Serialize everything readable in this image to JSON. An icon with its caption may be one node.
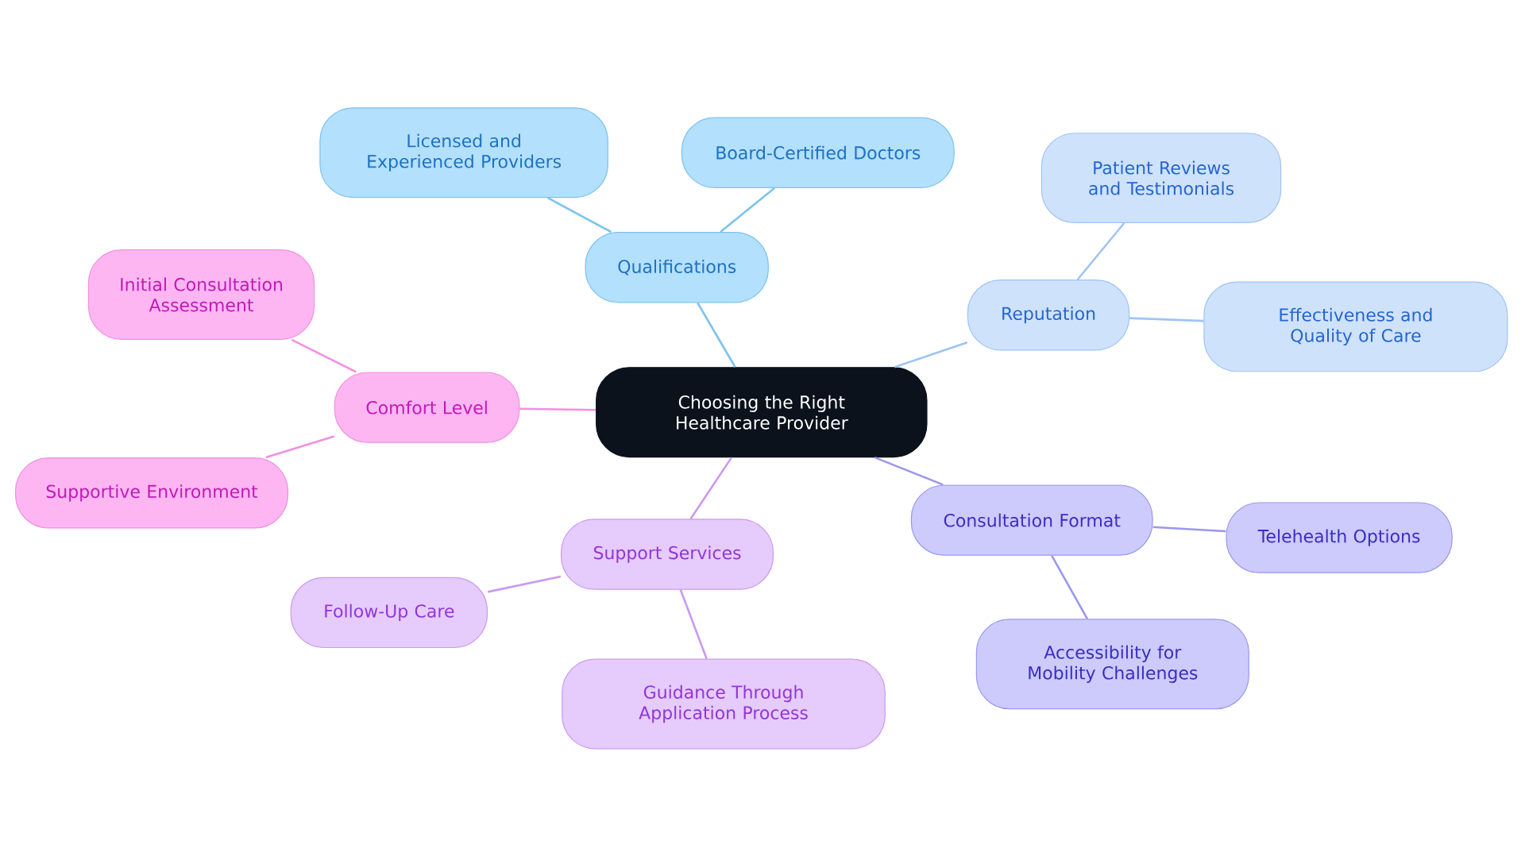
{
  "diagram": {
    "nodes": [
      {
        "text": [
          "Choosing the Right Healthcare Provider"
        ]
      },
      {
        "text": [
          "Qualifications"
        ]
      },
      {
        "text": [
          "Licensed and Experienced Providers"
        ]
      },
      {
        "text": [
          "Board-Certified Doctors"
        ]
      },
      {
        "text": [
          "Reputation"
        ]
      },
      {
        "text": [
          "Patient Reviews and Testimonials"
        ]
      },
      {
        "text": [
          "Effectiveness and Quality of Care"
        ]
      },
      {
        "text": [
          "Consultation Format"
        ]
      },
      {
        "text": [
          "Telehealth Options"
        ]
      },
      {
        "text": [
          "Accessibility for Mobility Challenges"
        ]
      },
      {
        "text": [
          "Support Services"
        ]
      },
      {
        "text": [
          "Follow-Up Care"
        ]
      },
      {
        "text": [
          "Guidance Through Application Process"
        ]
      },
      {
        "text": [
          "Comfort Level"
        ]
      },
      {
        "text": [
          "Initial Consultation Assessment"
        ]
      },
      {
        "text": [
          "Supportive Environment"
        ]
      }
    ],
    "edges": [
      {
        "from": 0,
        "to": 1,
        "arrow": "none",
        "color": "#7cc3f0"
      },
      {
        "from": 1,
        "to": 2,
        "arrow": "none",
        "color": "#7cc3f0"
      },
      {
        "from": 1,
        "to": 3,
        "arrow": "none",
        "color": "#7cc3f0"
      },
      {
        "from": 0,
        "to": 4,
        "arrow": "none",
        "color": "#9ec4f5"
      },
      {
        "from": 4,
        "to": 5,
        "arrow": "none",
        "color": "#9ec4f5"
      },
      {
        "from": 4,
        "to": 6,
        "arrow": "none",
        "color": "#9ec4f5"
      },
      {
        "from": 0,
        "to": 7,
        "arrow": "none",
        "color": "#9a97f0"
      },
      {
        "from": 7,
        "to": 8,
        "arrow": "none",
        "color": "#9a97f0"
      },
      {
        "from": 7,
        "to": 9,
        "arrow": "none",
        "color": "#9a97f0"
      },
      {
        "from": 0,
        "to": 10,
        "arrow": "none",
        "color": "#c99af0"
      },
      {
        "from": 10,
        "to": 11,
        "arrow": "none",
        "color": "#c99af0"
      },
      {
        "from": 10,
        "to": 12,
        "arrow": "none",
        "color": "#c99af0"
      },
      {
        "from": 0,
        "to": 13,
        "arrow": "none",
        "color": "#f090e0"
      },
      {
        "from": 13,
        "to": 14,
        "arrow": "none",
        "color": "#f090e0"
      },
      {
        "from": 13,
        "to": 15,
        "arrow": "none",
        "color": "#f090e0"
      }
    ]
  }
}
